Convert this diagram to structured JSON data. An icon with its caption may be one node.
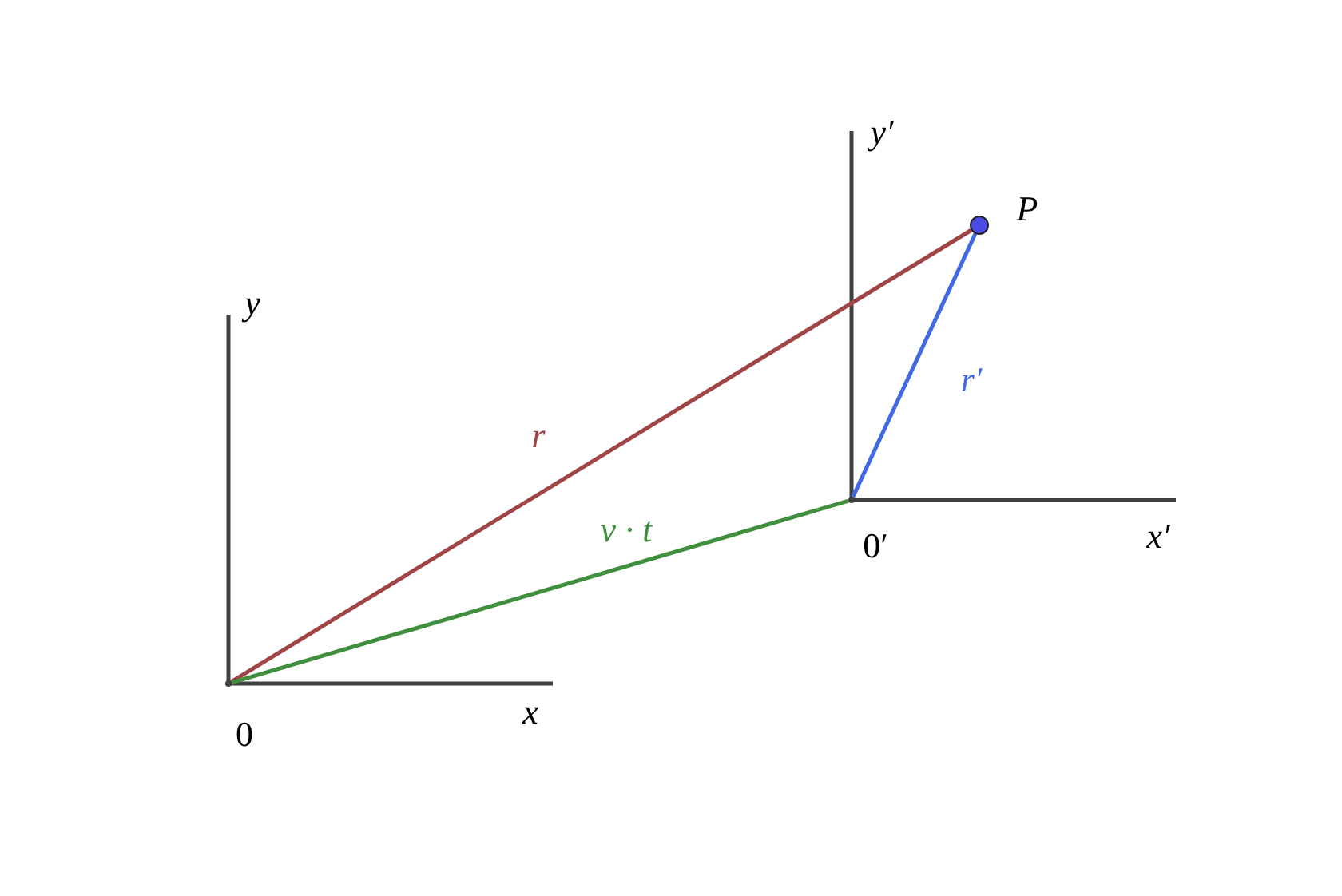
{
  "diagram": {
    "nodes": [
      {
        "text": [],
        "shape": "point",
        "beside": [
          "0"
        ]
      },
      {
        "text": [],
        "shape": "point",
        "beside": [
          "0′"
        ]
      },
      {
        "text": [],
        "shape": "circle",
        "beside": [
          "P"
        ]
      }
    ],
    "edges": [
      {
        "from": 0,
        "to": 2,
        "arrow": "none",
        "label": "r",
        "color": "#a04545"
      },
      {
        "from": 0,
        "to": 1,
        "arrow": "none",
        "label": "v · t",
        "color": "#3f8f3f"
      },
      {
        "from": 1,
        "to": 2,
        "arrow": "none",
        "label": "r′",
        "color": "#4169e1"
      }
    ],
    "labels": [
      "y′",
      "y",
      "x′",
      "x"
    ]
  }
}
